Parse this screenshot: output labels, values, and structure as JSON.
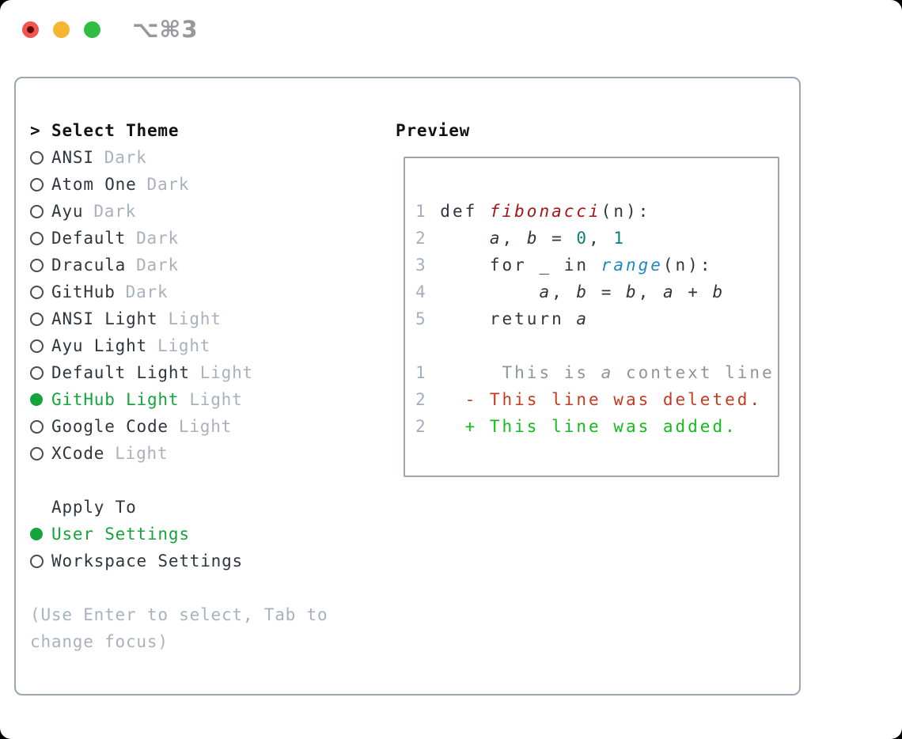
{
  "titlebar": {
    "shortcut_label": "⌥⌘3"
  },
  "colors": {
    "accent-green": "#15a43c",
    "added-green": "#12bd1b",
    "deleted-red": "#c53a22",
    "func-red": "#a51616",
    "builtin-blue": "#1e87c5",
    "num-teal": "#0e7f7c",
    "text-dark": "#2f363d",
    "heading-black": "#101214",
    "muted-gray": "#a9b1bd",
    "line-number-gray": "#a3aebe",
    "context-gray": "#8e959c",
    "panel-border": "#9aa6b2",
    "traffic-red": "#f1564e",
    "traffic-red-dot": "#5c0b08",
    "traffic-yellow": "#f5b52e",
    "traffic-green": "#2fbe43"
  },
  "theme_picker": {
    "prompt": ">",
    "title": "Select Theme",
    "themes": [
      {
        "name": "ANSI",
        "tag": "Dark",
        "selected": false
      },
      {
        "name": "Atom One",
        "tag": "Dark",
        "selected": false
      },
      {
        "name": "Ayu",
        "tag": "Dark",
        "selected": false
      },
      {
        "name": "Default",
        "tag": "Dark",
        "selected": false
      },
      {
        "name": "Dracula",
        "tag": "Dark",
        "selected": false
      },
      {
        "name": "GitHub",
        "tag": "Dark",
        "selected": false
      },
      {
        "name": "ANSI Light",
        "tag": "Light",
        "selected": false
      },
      {
        "name": "Ayu Light",
        "tag": "Light",
        "selected": false
      },
      {
        "name": "Default Light",
        "tag": "Light",
        "selected": false
      },
      {
        "name": "GitHub Light",
        "tag": "Light",
        "selected": true
      },
      {
        "name": "Google Code",
        "tag": "Light",
        "selected": false
      },
      {
        "name": "XCode",
        "tag": "Light",
        "selected": false
      }
    ],
    "apply_to": {
      "title": "Apply To",
      "options": [
        {
          "name": "User Settings",
          "selected": true
        },
        {
          "name": "Workspace Settings",
          "selected": false
        }
      ]
    },
    "help_lines": [
      "(Use Enter to select, Tab to",
      "change focus)"
    ]
  },
  "preview": {
    "title": "Preview",
    "lines": [
      {
        "ln": "1",
        "tokens": [
          [
            "plain",
            " def "
          ],
          [
            "func",
            "fibonacci"
          ],
          [
            "plain",
            "(n):"
          ]
        ]
      },
      {
        "ln": "2",
        "tokens": [
          [
            "plain",
            "     "
          ],
          [
            "var",
            "a"
          ],
          [
            "plain",
            ", "
          ],
          [
            "var",
            "b"
          ],
          [
            "plain",
            " = "
          ],
          [
            "num",
            "0"
          ],
          [
            "plain",
            ", "
          ],
          [
            "num",
            "1"
          ]
        ]
      },
      {
        "ln": "3",
        "tokens": [
          [
            "plain",
            "     for _ in "
          ],
          [
            "builtin",
            "range"
          ],
          [
            "plain",
            "(n):"
          ]
        ]
      },
      {
        "ln": "4",
        "tokens": [
          [
            "plain",
            "         "
          ],
          [
            "var",
            "a"
          ],
          [
            "plain",
            ", "
          ],
          [
            "var",
            "b"
          ],
          [
            "plain",
            " = "
          ],
          [
            "var",
            "b"
          ],
          [
            "plain",
            ", "
          ],
          [
            "var",
            "a"
          ],
          [
            "plain",
            " + "
          ],
          [
            "var",
            "b"
          ]
        ]
      },
      {
        "ln": "5",
        "tokens": [
          [
            "plain",
            "     return "
          ],
          [
            "var",
            "a"
          ]
        ]
      },
      {
        "ln": "",
        "tokens": []
      },
      {
        "ln": "1",
        "tokens": [
          [
            "context",
            "      This is "
          ],
          [
            "context-var",
            "a"
          ],
          [
            "context",
            " context line."
          ]
        ]
      },
      {
        "ln": "2",
        "tokens": [
          [
            "deleted",
            "   - This line was deleted."
          ]
        ]
      },
      {
        "ln": "2",
        "tokens": [
          [
            "added",
            "   + This line was added."
          ]
        ]
      }
    ]
  }
}
